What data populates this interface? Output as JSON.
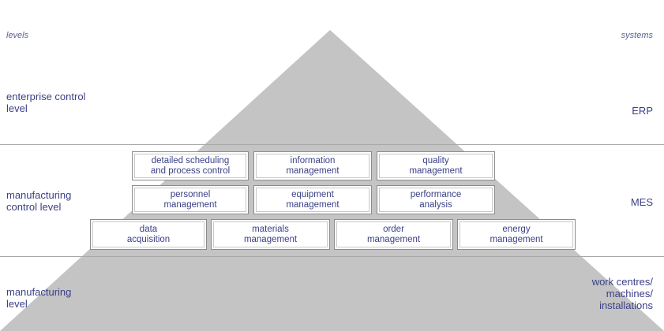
{
  "headers": {
    "levels": "levels",
    "systems": "systems"
  },
  "levels": {
    "enterprise": "enterprise control\nlevel",
    "control": "manufacturing\ncontrol level",
    "manufacturing": "manufacturing\nlevel"
  },
  "systems": {
    "erp": "ERP",
    "mes": "MES",
    "work": "work centres/\nmachines/\ninstallations"
  },
  "mes_functions": {
    "row1": [
      "detailed scheduling\nand process control",
      "information\nmanagement",
      "quality\nmanagement"
    ],
    "row2": [
      "personnel\nmanagement",
      "equipment\nmanagement",
      "performance\nanalysis"
    ],
    "row3": [
      "data\nacquisition",
      "materials\nmanagement",
      "order\nmanagement",
      "energy\nmanagement"
    ]
  },
  "colors": {
    "pyramid": "#c4c4c4",
    "text": "#3a3f86",
    "divider": "#a8a8a8"
  }
}
